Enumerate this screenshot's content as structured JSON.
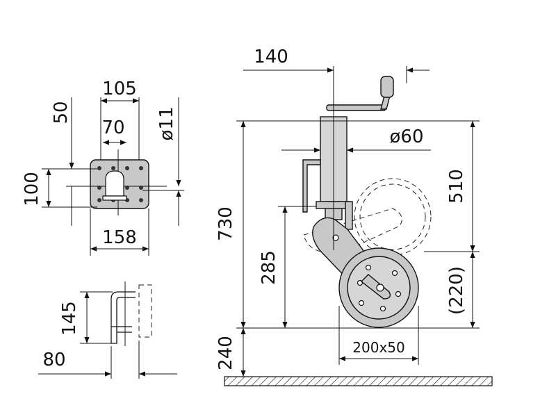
{
  "plate_view": {
    "width_outer": "105",
    "width_inner": "70",
    "height_top": "50",
    "hole_diameter": "ø11",
    "height": "100",
    "width_bottom": "158"
  },
  "bracket_view": {
    "height": "145",
    "width": "80"
  },
  "jockey_wheel_view": {
    "offset": "140",
    "tube_diameter": "ø60",
    "total_height": "730",
    "stroke": "510",
    "pivot_height": "285",
    "retracted_height": "(220)",
    "ground_clearance": "240",
    "wheel_size": "200x50"
  }
}
